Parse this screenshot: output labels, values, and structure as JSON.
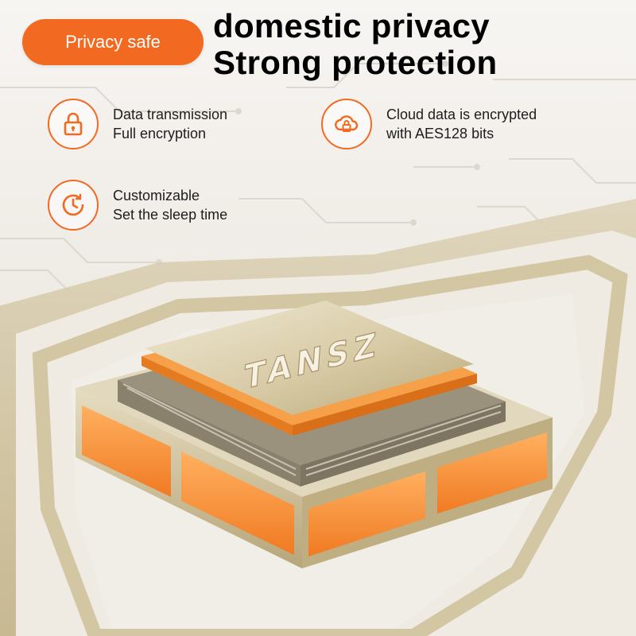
{
  "badge": {
    "label": "Privacy safe"
  },
  "headline": {
    "line1": "domestic privacy",
    "line2": "Strong protection"
  },
  "features": [
    {
      "icon": "padlock-icon",
      "line1": "Data transmission",
      "line2": "Full encryption"
    },
    {
      "icon": "cloud-lock-icon",
      "line1": "Cloud data is encrypted",
      "line2": "with AES128 bits"
    },
    {
      "icon": "clock-icon",
      "line1": "Customizable",
      "line2": "Set the sleep time"
    }
  ],
  "chip": {
    "brand": "TANSZ"
  },
  "colors": {
    "accent": "#f26a21",
    "gold": "#c9b98e",
    "background": "#f2efea"
  }
}
